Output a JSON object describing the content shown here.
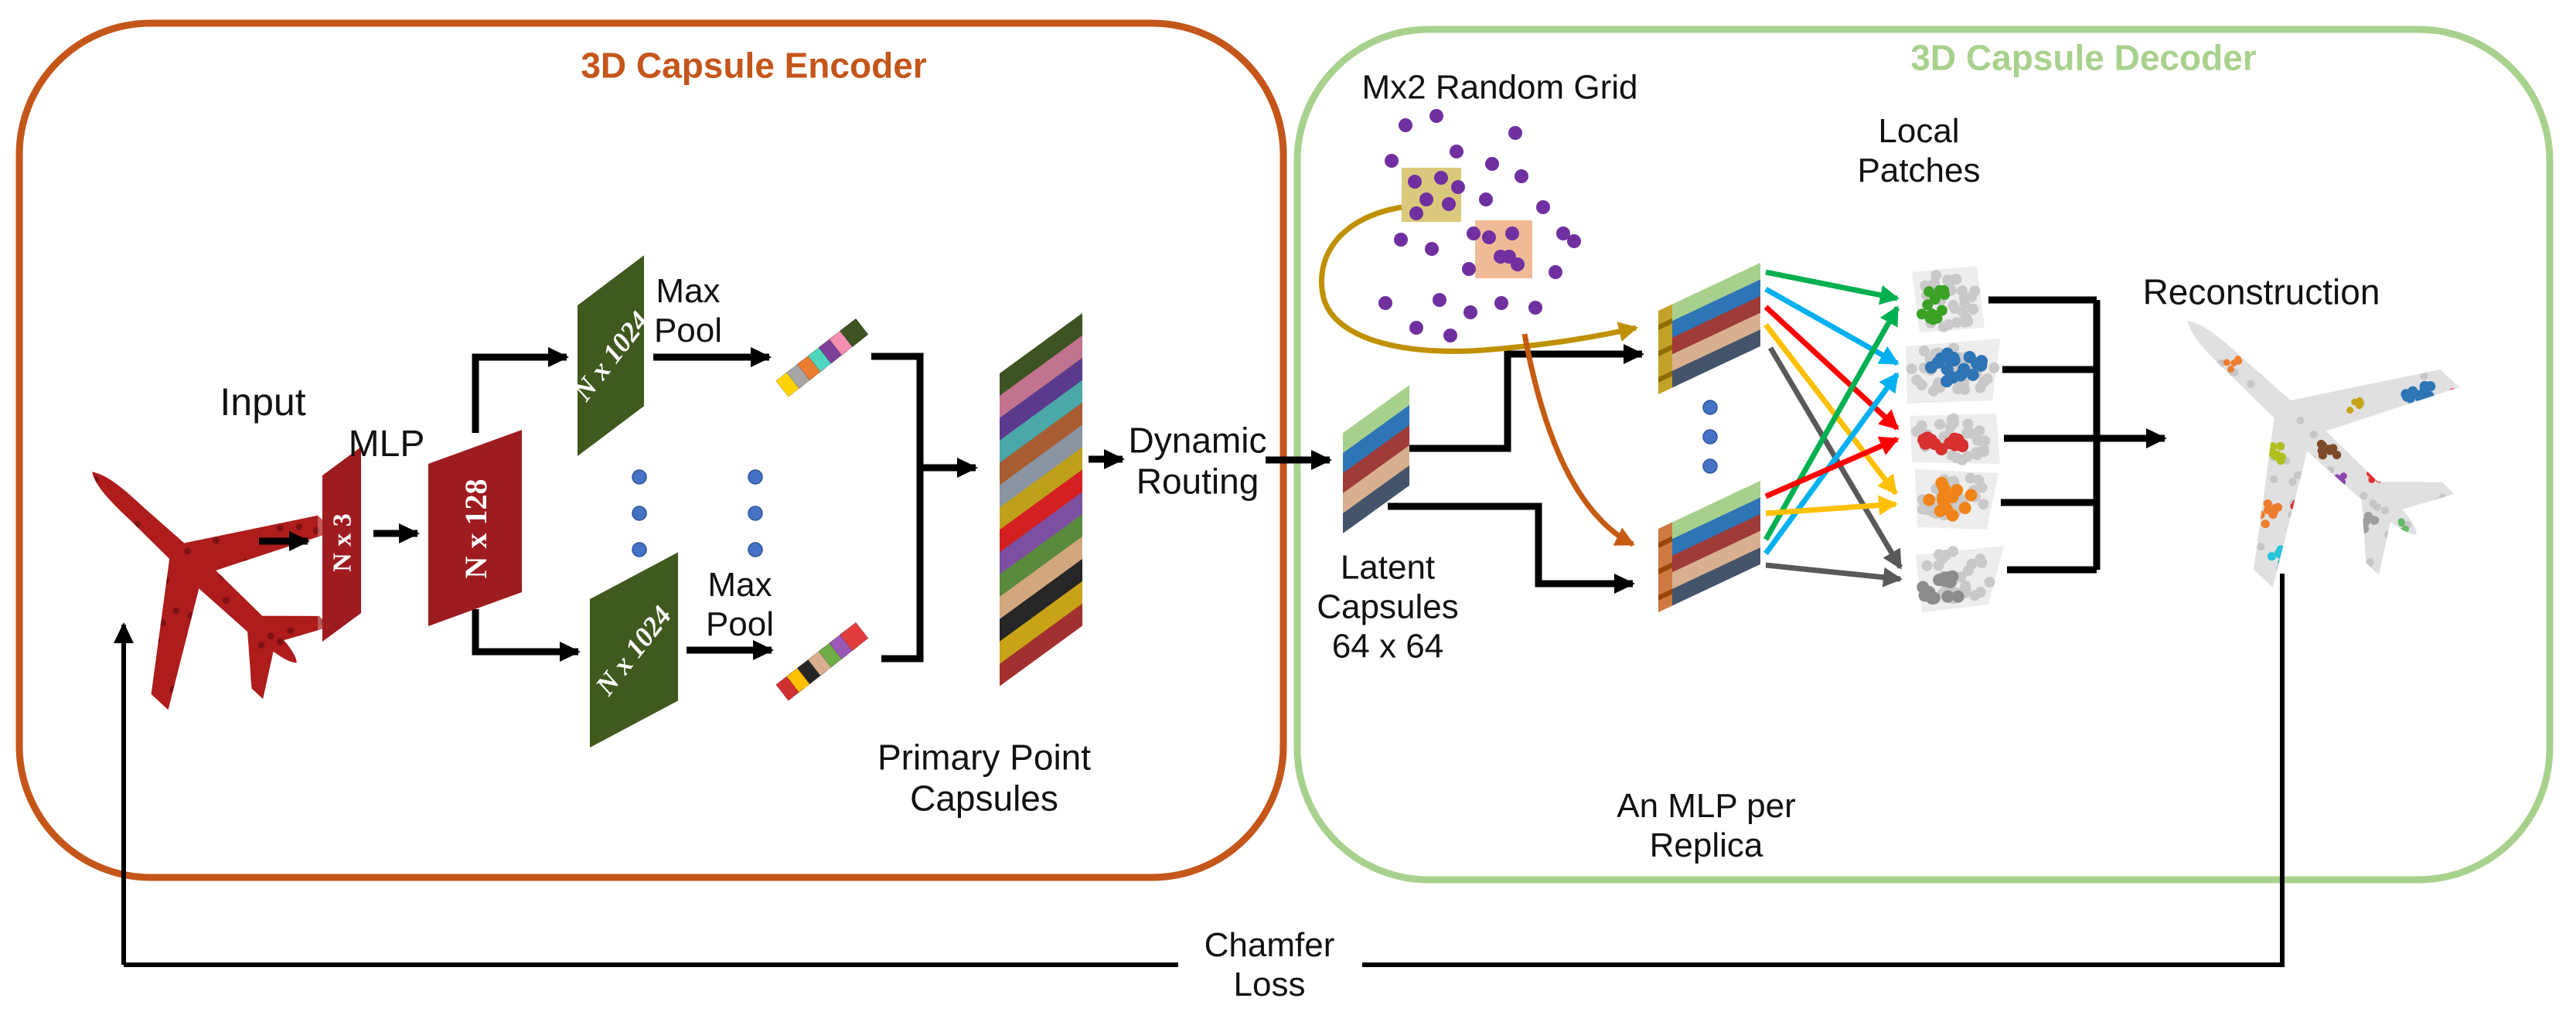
{
  "encoder": {
    "title": "3D Capsule Encoder",
    "accent_color": "#C4561A",
    "labels": {
      "input": "Input",
      "mlp": "MLP",
      "n_x_3": "N x 3",
      "n_x_128": "N x 128",
      "n_x_1024_top": "N x 1024",
      "n_x_1024_bottom": "N x 1024",
      "max_pool_line1": "Max",
      "max_pool_line2": "Pool",
      "primary_capsules_line1": "Primary Point",
      "primary_capsules_line2": "Capsules",
      "dynamic_routing_line1": "Dynamic",
      "dynamic_routing_line2": "Routing"
    },
    "input_plane_color": "#AE1C1C",
    "input_plane_speckle": "#7F1113",
    "slab_red_color": "#9E1B20",
    "slab_green_color": "#40591F",
    "primary_stripes": [
      "#3D5322",
      "#C2738F",
      "#5B3A8E",
      "#4AA8A8",
      "#A85C32",
      "#8A94A3",
      "#BFA01A",
      "#D42020",
      "#7D4FA0",
      "#5A8A3C",
      "#D2A77E",
      "#262626",
      "#C8A317",
      "#A33030"
    ],
    "bar_top_colors": [
      "#FFD400",
      "#A6A6A6",
      "#ED7D31",
      "#4FD6BE",
      "#7D3F98",
      "#F48FB1",
      "#3D5322"
    ],
    "bar_bottom_colors": [
      "#D03030",
      "#FFC000",
      "#262626",
      "#D8B090",
      "#6FAE46",
      "#9B59B6",
      "#E23B3B"
    ]
  },
  "decoder": {
    "title": "3D Capsule Decoder",
    "accent_color": "#A9D18E",
    "labels": {
      "random_grid": "Mx2 Random Grid",
      "local_patches_line1": "Local",
      "local_patches_line2": "Patches",
      "latent_line1": "Latent",
      "latent_line2": "Capsules",
      "latent_line3": "64 x 64",
      "mlp_per_replica_line1": "An MLP per",
      "mlp_per_replica_line2": "Replica",
      "reconstruction": "Reconstruction"
    },
    "capsule_stripes": [
      "#A8D08D",
      "#2E75B6",
      "#9E3A38",
      "#D8B090",
      "#44546A"
    ],
    "grid_square1_color": "#D6C36E",
    "grid_square2_color": "#EFB28C",
    "grid_dot_color": "#7030A0",
    "replica_edge_top_color": "#C3A22A",
    "replica_edge_top_dash": "#8F6D00",
    "replica_edge_bottom_color": "#CE7B43",
    "replica_edge_bottom_dash": "#9C4509",
    "curve_gold": "#BF9000",
    "curve_orange": "#C55A11",
    "arrow_colors": {
      "green": "#00B050",
      "cyan": "#00B0F0",
      "red": "#FF0000",
      "yellow": "#FFC000",
      "gray": "#595959"
    },
    "patch_colors": {
      "green": "#3BA226",
      "blue": "#2E75B6",
      "red": "#D93030",
      "orange": "#F08419",
      "gray": "#8C8C8C"
    },
    "patch_base_color": "#EDEDED",
    "patch_texture_color": "#C9C9C9",
    "recon_plane_color": "#E0E0E0",
    "recon_plane_speckle": "#C6C6C6",
    "recon_spot_colors": [
      "#ED7D31",
      "#E03030",
      "#AFBF1E",
      "#26C6DA",
      "#7B4B2A",
      "#8E44AD",
      "#4CAF50",
      "#2E75B6",
      "#F06292",
      "#9E9E9E",
      "#C8A317",
      "#66BB6A"
    ]
  },
  "loss": {
    "chamfer_line1": "Chamfer",
    "chamfer_line2": "Loss"
  },
  "misc": {
    "ellipsis_dot_color": "#4472C4",
    "line_color": "#000000"
  }
}
